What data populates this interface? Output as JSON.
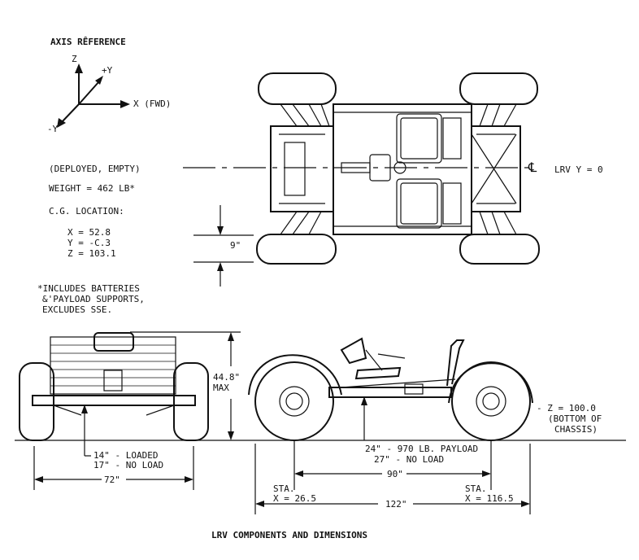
{
  "axis": {
    "title": "AXIS RÊFERENCE",
    "z": "Z",
    "plus_y": "+Y",
    "minus_y": "-Y",
    "x_fwd": "X (FWD)"
  },
  "specs": {
    "state": "(DEPLOYED, EMPTY)",
    "weight": "WEIGHT = 462 LB*",
    "cg_title": "C.G. LOCATION:",
    "cg_x": "X = 52.8",
    "cg_y": "Y = -C.3",
    "cg_z": "Z = 103.1"
  },
  "note": {
    "line1": "*INCLUDES BATTERIES",
    "line2": "&'PAYLOAD SUPPORTS,",
    "line3": "EXCLUDES SSE."
  },
  "top_view": {
    "centerline": "LRV Y = 0",
    "cl_symbol": "℄",
    "offset": "9\""
  },
  "front_view": {
    "height": "44.8\"",
    "height_sub": "MAX",
    "clear_loaded": "14\" - LOADED",
    "clear_noload": "17\" - NO LOAD",
    "width": "72\""
  },
  "side_view": {
    "payload_loaded": "24\" - 970 LB. PAYLOAD",
    "payload_noload": "27\" - NO LOAD",
    "wheelbase": "90\"",
    "sta_front_1": "STA.",
    "sta_front_2": "X = 26.5",
    "sta_rear_1": "STA.",
    "sta_rear_2": "X = 116.5",
    "length": "122\"",
    "z_ref_1": "- Z = 100.0",
    "z_ref_2": "(BOTTOM OF",
    "z_ref_3": "CHASSIS)"
  },
  "caption": "LRV COMPONENTS AND DIMENSIONS"
}
